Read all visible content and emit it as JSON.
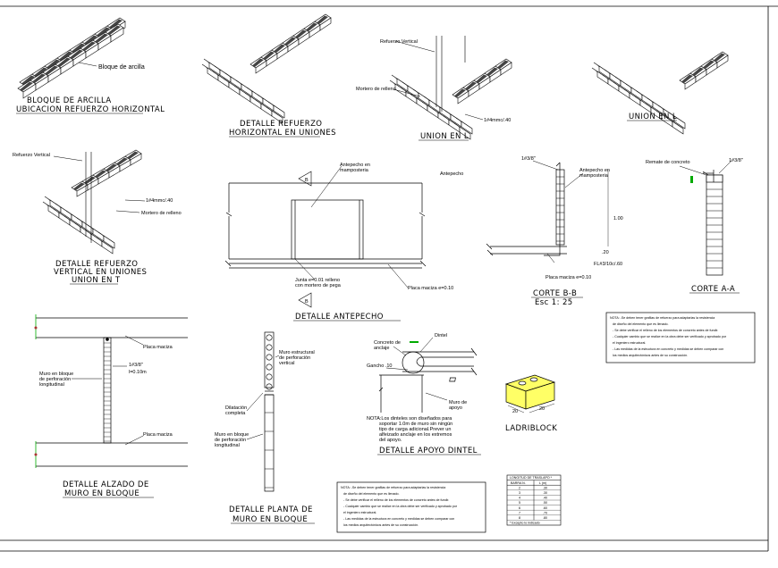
{
  "colors": {
    "ink": "#000000",
    "paper": "#ffffff",
    "block_fill": "#ffff66",
    "dim_green": "#00aa00",
    "hatch_gray": "#444444"
  },
  "titles": {
    "bloque_1": "BLOQUE DE ARCILLA",
    "bloque_2": "UBICACION REFUERZO HORIZONTAL",
    "refuerzo_h_1": "DETALLE REFUERZO",
    "refuerzo_h_2": "HORIZONTAL EN UNIONES",
    "union_l_1": "UNION EN L",
    "union_l_2": "UNION EN L",
    "refuerzo_v_1": "DETALLE REFUERZO",
    "refuerzo_v_2": "VERTICAL EN UNIONES",
    "refuerzo_v_3": "UNION EN T",
    "antepecho": "DETALLE ANTEPECHO",
    "corte_bb": "CORTE B-B",
    "corte_bb_esc": "Esc 1: 25",
    "corte_aa": "CORTE A-A",
    "alzado_1": "DETALLE ALZADO DE",
    "alzado_2": "MURO EN BLOQUE",
    "planta_1": "DETALLE PLANTA DE",
    "planta_2": "MURO EN BLOQUE",
    "dintel": "DETALLE APOYO DINTEL",
    "ladriblock": "LADRIBLOCK"
  },
  "labels": {
    "bloque_arcilla": "Bloque de arcilla",
    "refuerzo_vertical_1": "Refuerzo Vertical",
    "mortero_relleno_1": "Mortero de relleno",
    "bar_spacing_1": "1#4mmc/.40",
    "refuerzo_vertical_2": "Refuerzo Vertical",
    "bar_spacing_2": "1#4mmc/.40",
    "mortero_relleno_2": "Mortero de relleno",
    "antepecho_mamp_1": "Antepecho en",
    "antepecho_mamp_2": "mamposteria",
    "antepecho": "Antepecho",
    "junta_1": "Junta e=0.01 relleno",
    "junta_2": "con mortero de pega",
    "placa_maciza_010": "Placa maciza e=0.10",
    "cb_bar": "1#3/8\"",
    "cb_antepecho_1": "Antepecho en",
    "cb_antepecho_2": "mamposteria",
    "cb_dim_100": "1.00",
    "cb_dim_20": ".20",
    "cb_fl": "FL#3/10c/.60",
    "cb_placa": "Placa maciza e=0.10",
    "ca_remate": "Remate de concreto",
    "ca_bar": "1#3/8\"",
    "al_placa_top": "Placa maciza",
    "al_muro_1": "Muro en bloque",
    "al_muro_2": "de perforación",
    "al_muro_3": "longitudinal",
    "al_bar_1": "1#3/8\"",
    "al_bar_2": "l=0.10m",
    "al_placa_bottom": "Placa maciza",
    "pl_muro_est_1": "Muro estructural",
    "pl_muro_est_2": "de perforación",
    "pl_muro_est_3": "vertical",
    "pl_dilatacion_1": "Dilatación",
    "pl_dilatacion_2": "completa",
    "pl_muro_bl_1": "Muro en bloque",
    "pl_muro_bl_2": "de perforación",
    "pl_muro_bl_3": "longitudinal",
    "dt_concreto_1": "Concreto de",
    "dt_concreto_2": "anclaje",
    "dt_dintel": "Dintel",
    "dt_gancho": "Gancho .10",
    "dt_muro_1": "Muro de",
    "dt_muro_2": "apoyo",
    "dt_nota_1": "NOTA:Los dinteles son diseñados para",
    "dt_nota_2": "soportar 1.0m de muro sin ningún",
    "dt_nota_3": "tipo de carga adicional.Prever un",
    "dt_nota_4": "alfeizado anclaje en los extremos",
    "dt_nota_5": "del apoyo.",
    "lb_dim_a": "20",
    "lb_dim_b": "20"
  },
  "notes_a": [
    "NOTA: -Se deben tener grafilas de refuerzo para adaptarlas la resistencia",
    "de diseño del elemento que es llenado.",
    "- Se debe verificar el relleno de los elementos de concreto antes de fundir.",
    "- Cualquier cambio que se realice en la obra debe ser verificado y aprobado por",
    "el ingeniero estructural.",
    "- Las medidas de la estructura en concreto y medidas se deben comparar con",
    "los medios arquitectónicos antes de su construcción."
  ],
  "notes_b": [
    "NOTA: -Se deben tener grafilas de refuerzo para adaptarlas la resistencia",
    "de diseño del elemento que es llenado.",
    "- Se debe verificar el relleno de los elementos de concreto antes de fundir.",
    "- Cualquier cambio que se realice en la obra debe ser verificado y aprobado por",
    "el ingeniero estructural.",
    "- Las medidas de la estructura en concreto y medidas se deben comparar con",
    "los medios arquitectónicos antes de su construcción."
  ],
  "table": {
    "title": "LONGITUD DE TRASLAPO *",
    "headers": [
      "BARRA N.",
      "L (m)"
    ],
    "rows": [
      [
        "2",
        ".30"
      ],
      [
        "3",
        ".30"
      ],
      [
        "4",
        ".40"
      ],
      [
        "5",
        ".50"
      ],
      [
        "6",
        ".60"
      ],
      [
        "7",
        ".70"
      ],
      [
        "8",
        ".80"
      ]
    ],
    "footnote": "* Excepto lo indicado"
  },
  "markers": {
    "b_top": "B",
    "b_bottom": "B"
  }
}
